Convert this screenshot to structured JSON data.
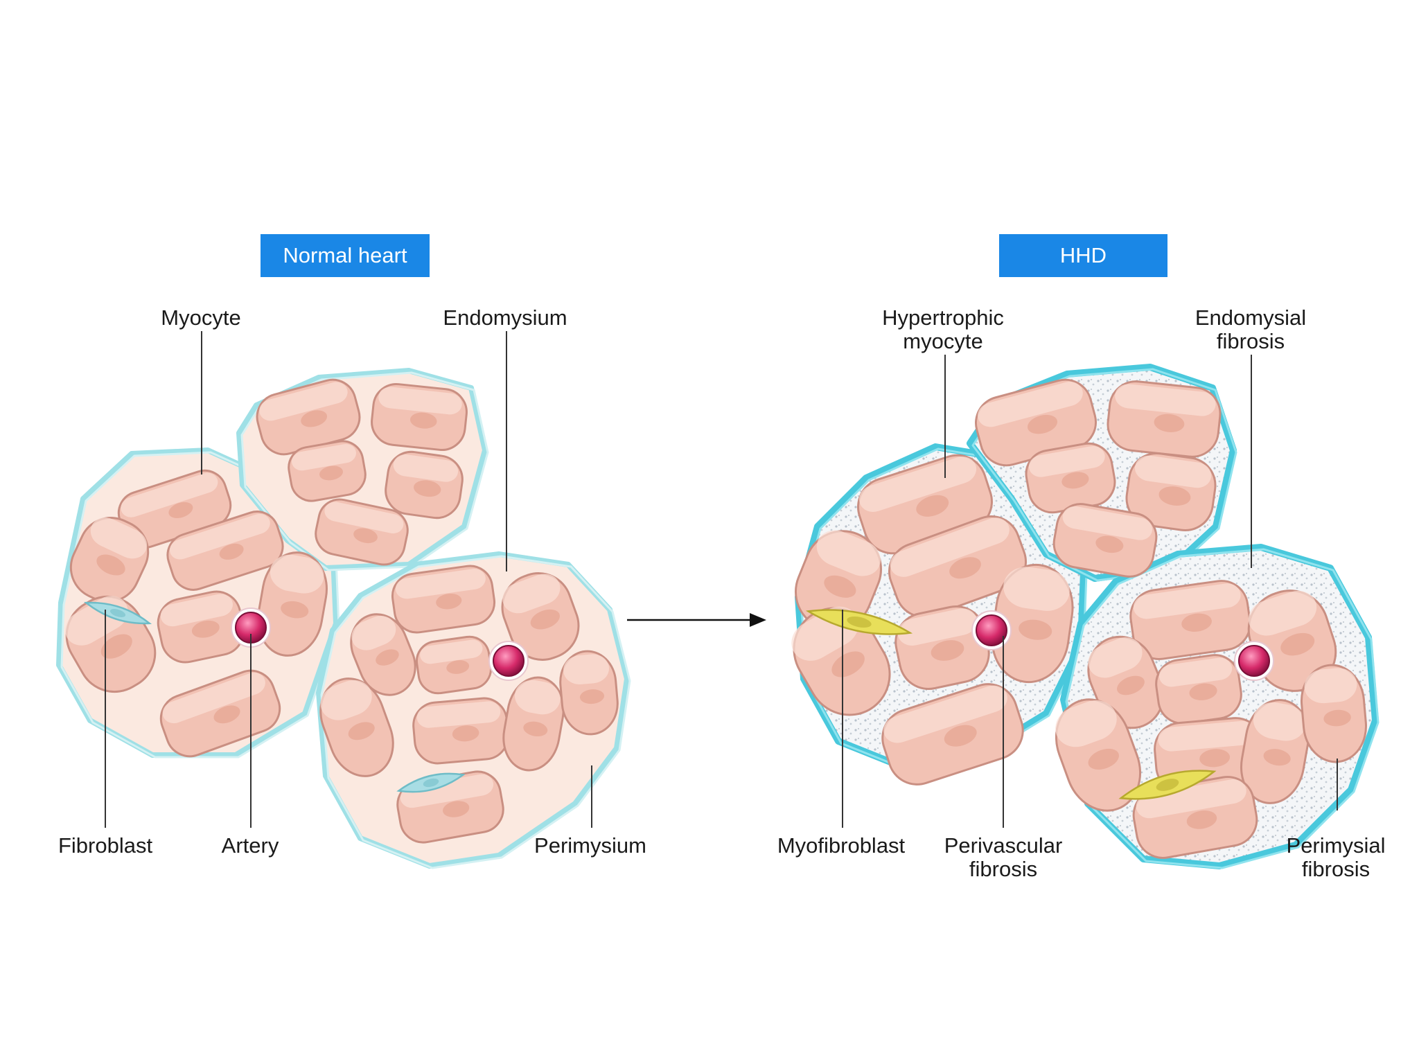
{
  "titles": {
    "normal": "Normal heart",
    "hhd": "HHD"
  },
  "labels": {
    "myocyte": "Myocyte",
    "endomysium": "Endomysium",
    "fibroblast": "Fibroblast",
    "artery": "Artery",
    "perimysium": "Perimysium",
    "hypertrophic_myocyte": [
      "Hypertrophic",
      "myocyte"
    ],
    "endomysial_fibrosis": [
      "Endomysial",
      "fibrosis"
    ],
    "myofibroblast": "Myofibroblast",
    "perivascular_fibrosis": [
      "Perivascular",
      "fibrosis"
    ],
    "perimysial_fibrosis": [
      "Perimysial",
      "fibrosis"
    ]
  },
  "colors": {
    "title_box": "#1a87e6",
    "myocyte_fill": "#f2c2b4",
    "myocyte_edge": "#c98f82",
    "matrix": "#fbe9e0",
    "membrane": "#9fe0e6",
    "fibrosis_membrane": "#49c8dc",
    "artery": "#d62a6a",
    "fibroblast": "#a8dde4",
    "myofibroblast": "#e8df5a"
  }
}
